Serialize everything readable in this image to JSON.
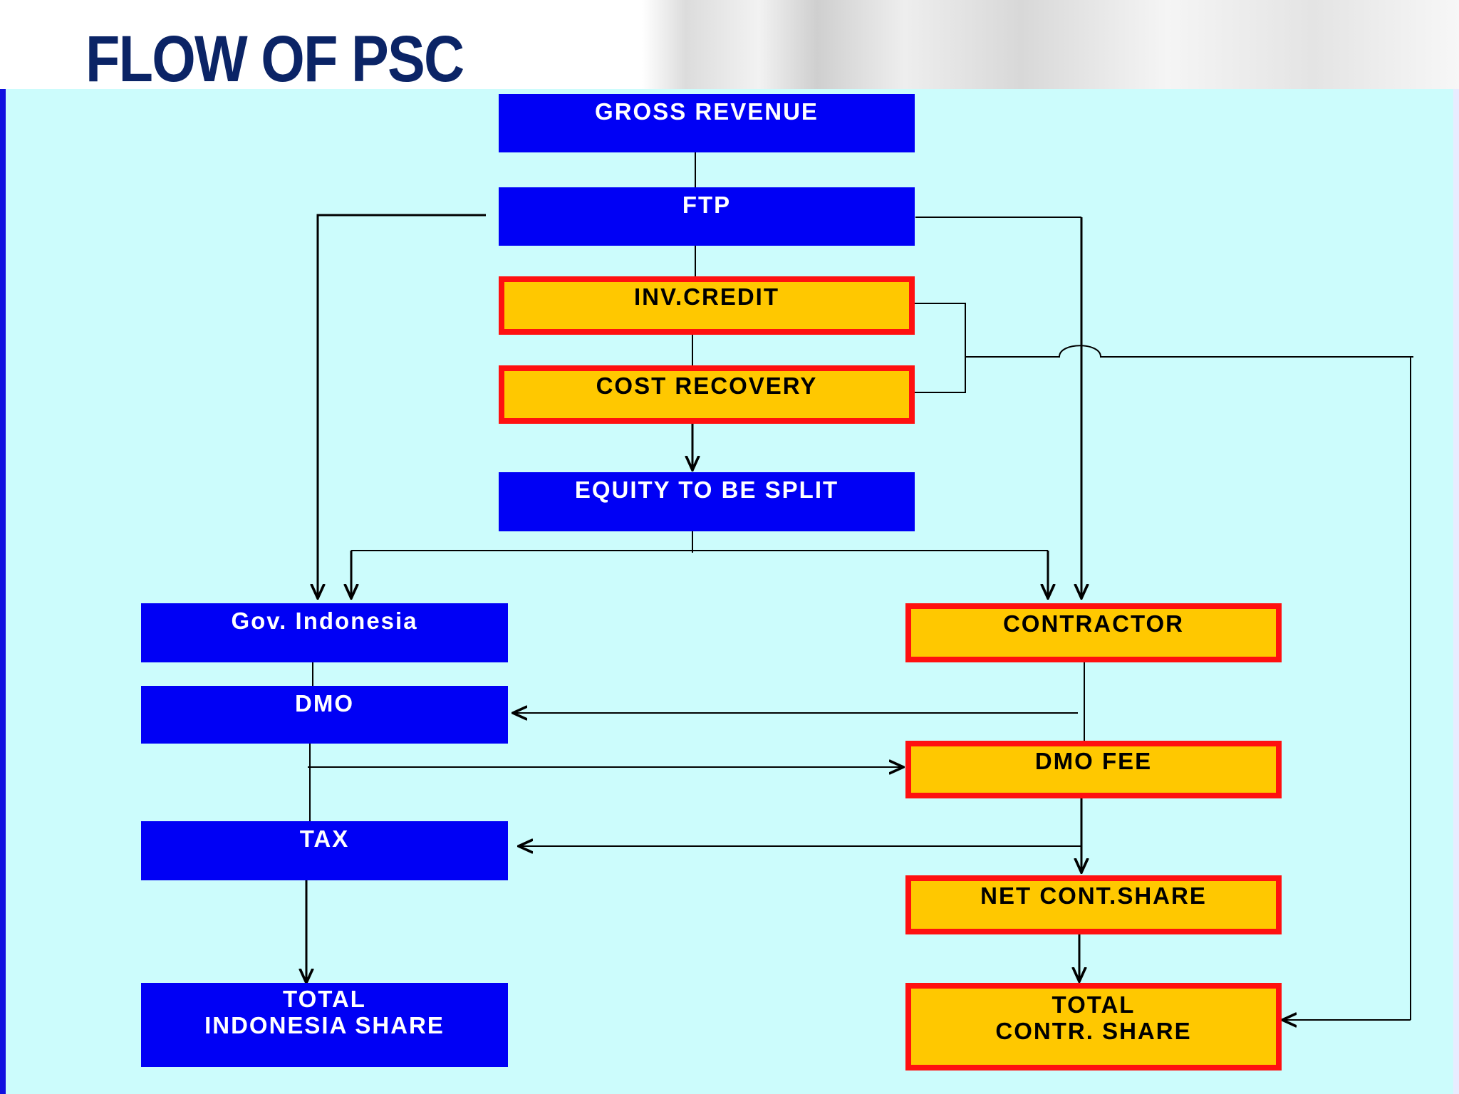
{
  "title": "FLOW OF PSC",
  "colors": {
    "title": "#0b2466",
    "background": "#ccfcfc",
    "blue_box": "#0000f5",
    "gold_box": "#ffc800",
    "gold_border": "#ff1010",
    "connector": "#000000"
  },
  "boxes": {
    "gross_revenue": "GROSS REVENUE",
    "ftp": "FTP",
    "inv_credit": "INV.CREDIT",
    "cost_recovery": "COST RECOVERY",
    "equity_to_be_split": "EQUITY TO BE SPLIT",
    "gov_indonesia": "Gov. Indonesia",
    "dmo": "DMO",
    "tax": "TAX",
    "total_indonesia_share": "TOTAL\nINDONESIA SHARE",
    "contractor": "CONTRACTOR",
    "dmo_fee": "DMO FEE",
    "net_cont_share": "NET CONT.SHARE",
    "total_contr_share": "TOTAL\nCONTR. SHARE"
  }
}
